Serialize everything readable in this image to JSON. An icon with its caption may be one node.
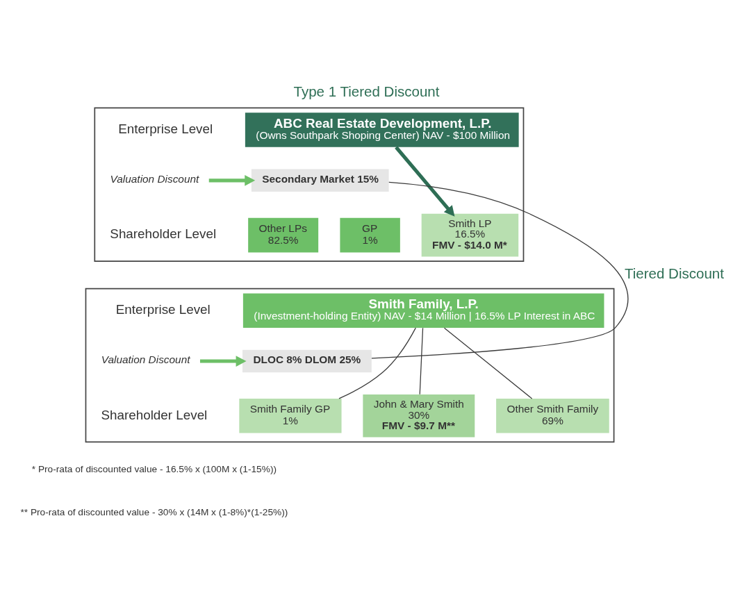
{
  "diagram": {
    "title": "Type 1 Tiered Discount",
    "nodes": [
      {
        "text": [],
        "shape": "box"
      },
      {
        "text": [
          "ABC Real Estate Development, L.P.",
          "(Owns Southpark Shoping Center) NAV - $100 Million"
        ],
        "in": 0
      },
      {
        "text": [
          "Valuation Discount"
        ],
        "in": 0
      },
      {
        "text": [
          "Secondary Market 15%"
        ],
        "in": 0
      },
      {
        "text": [
          "GP",
          "1%"
        ],
        "in": 0
      },
      {
        "text": [
          "Smith LP",
          "16.5%",
          "FMV - $14.0 M*"
        ],
        "in": 0
      },
      {
        "text": [
          "Other LPs",
          "82.5%"
        ],
        "in": 0
      },
      {
        "text": [],
        "shape": "box"
      },
      {
        "text": [
          "Smith Family, L.P.",
          "(Investment-holding Entity) NAV - $14 Million | 16.5% LP Interest in ABC"
        ],
        "in": 7
      },
      {
        "text": [
          "Valuation Discount"
        ],
        "in": 7
      },
      {
        "text": [
          "DLOC 8% DLOM 25%"
        ],
        "in": 7
      },
      {
        "text": [
          "Smith Family GP",
          "1%"
        ],
        "in": 7
      },
      {
        "text": [
          "John & Mary Smith",
          "30%",
          "FMV - $9.7 M**"
        ],
        "in": 7
      },
      {
        "text": [
          "Other Smith Family",
          "69%"
        ],
        "in": 7
      }
    ],
    "edges": [
      {
        "from": 1,
        "to": 5,
        "arrow": "to",
        "style": "thick",
        "color": "#2e6e55"
      },
      {
        "from": 2,
        "to": 3,
        "arrow": "to",
        "style": "thick",
        "color": "#6dbf67"
      },
      {
        "from": 3,
        "to": 10,
        "arrow": "none",
        "label": "Tiered Discount"
      },
      {
        "from": 8,
        "to": 11,
        "arrow": "none"
      },
      {
        "from": 8,
        "to": 12,
        "arrow": "none"
      },
      {
        "from": 8,
        "to": 13,
        "arrow": "none"
      },
      {
        "from": 9,
        "to": 10,
        "arrow": "to",
        "style": "thick",
        "color": "#6dbf67"
      }
    ],
    "labels": [
      "Enterprise Level",
      "Shareholder Level",
      "Enterprise Level",
      "Shareholder Level",
      "* Pro-rata of discounted value - 16.5% x (100M x (1-15%))",
      "** Pro-rata of discounted value - 30% x (14M x (1-8%)*(1-25%))"
    ]
  }
}
